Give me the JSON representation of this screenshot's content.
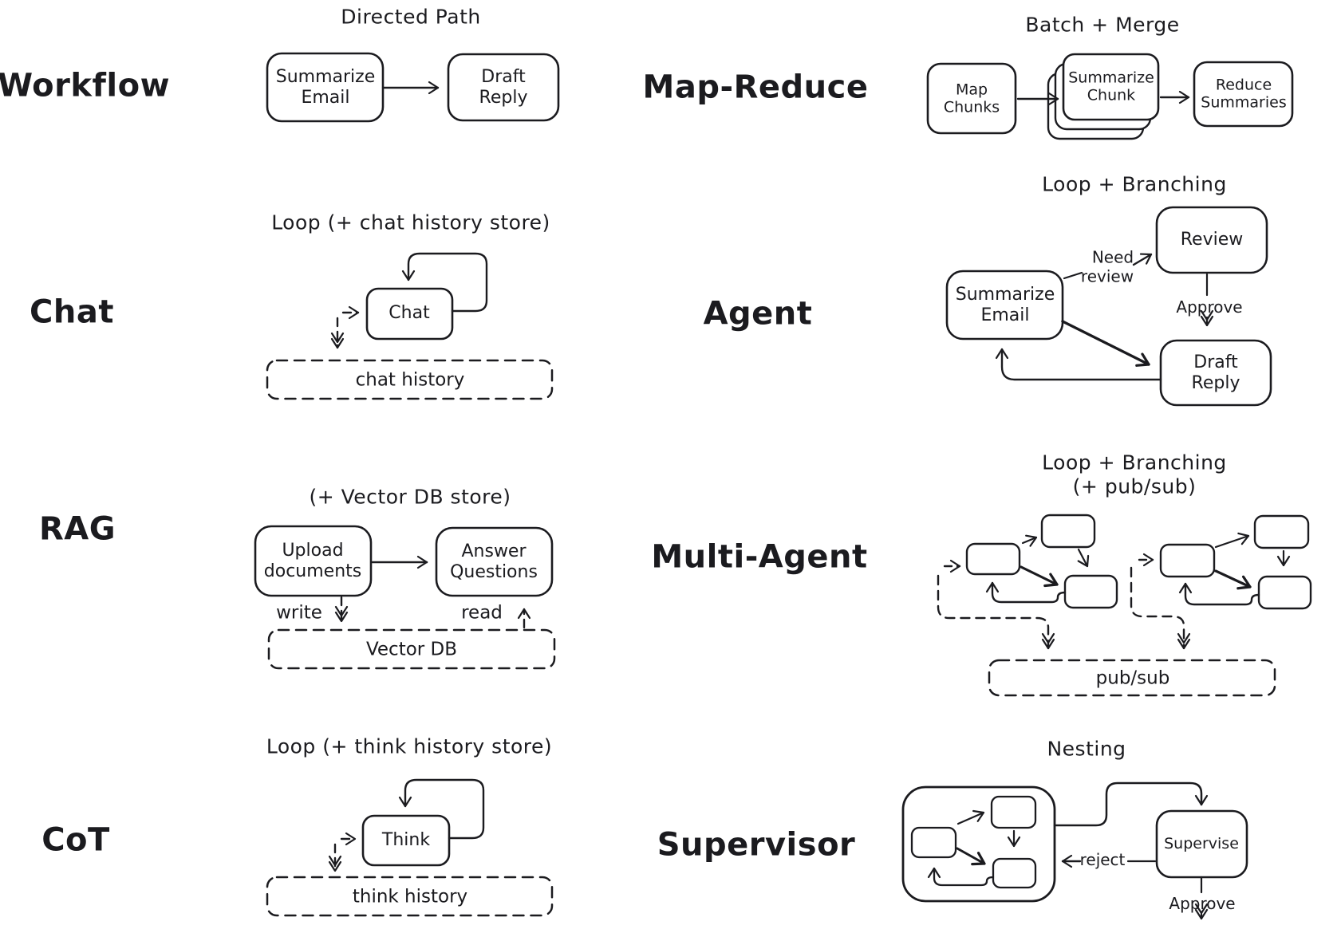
{
  "canvas": {
    "background": "#ffffff",
    "ink": "#1b1b1f"
  },
  "rows": {
    "workflow": {
      "label": "Workflow",
      "title": "Directed Path",
      "nodes": {
        "summarize_email": "Summarize\nEmail",
        "draft_reply": "Draft\nReply"
      }
    },
    "map_reduce": {
      "label": "Map-Reduce",
      "title": "Batch + Merge",
      "nodes": {
        "map_chunks": "Map\nChunks",
        "summarize_chunk": "Summarize\nChunk",
        "reduce_summaries": "Reduce\nSummaries"
      }
    },
    "chat": {
      "label": "Chat",
      "title": "Loop (+ chat history store)",
      "nodes": {
        "chat": "Chat",
        "chat_history": "chat history"
      }
    },
    "agent": {
      "label": "Agent",
      "title": "Loop + Branching",
      "nodes": {
        "summarize_email": "Summarize\nEmail",
        "review": "Review",
        "draft_reply": "Draft\nReply"
      },
      "edges": {
        "need_review": "Need\nreview",
        "approve": "Approve"
      }
    },
    "rag": {
      "label": "RAG",
      "title": "(+ Vector DB store)",
      "nodes": {
        "upload_documents": "Upload\ndocuments",
        "answer_questions": "Answer\nQuestions",
        "vector_db": "Vector DB"
      },
      "edges": {
        "write": "write",
        "read": "read"
      }
    },
    "multi_agent": {
      "label": "Multi-Agent",
      "title": "Loop + Branching (+ pub/sub)",
      "nodes": {
        "pub_sub": "pub/sub"
      }
    },
    "cot": {
      "label": "CoT",
      "title": "Loop (+ think history store)",
      "nodes": {
        "think": "Think",
        "think_history": "think history"
      }
    },
    "supervisor": {
      "label": "Supervisor",
      "title": "Nesting",
      "nodes": {
        "supervise": "Supervise"
      },
      "edges": {
        "reject": "reject",
        "approve": "Approve"
      }
    }
  }
}
